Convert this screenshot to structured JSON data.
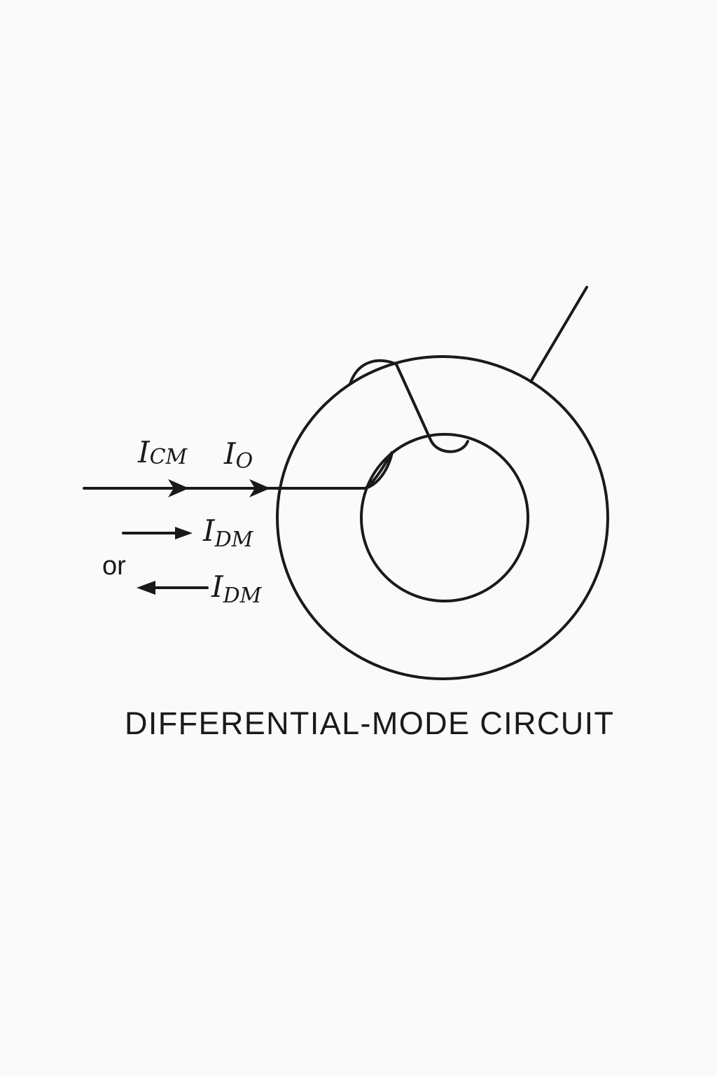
{
  "diagram": {
    "title": "DIFFERENTIAL-MODE CIRCUIT",
    "labels": {
      "icm": {
        "main": "I",
        "sub": "CM"
      },
      "io": {
        "main": "I",
        "sub": "O"
      },
      "idm_forward": {
        "main": "I",
        "sub": "DM"
      },
      "idm_reverse": {
        "main": "I",
        "sub": "DM"
      },
      "or": "or"
    },
    "colors": {
      "stroke": "#1a1a1a",
      "background": "#fafafa"
    }
  }
}
